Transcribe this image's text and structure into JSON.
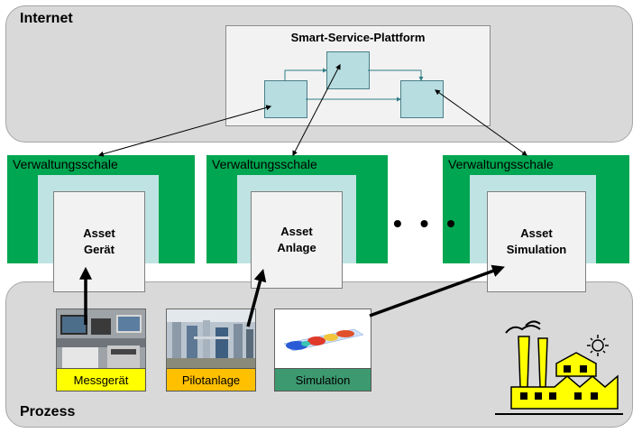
{
  "zones": {
    "internet_label": "Internet",
    "prozess_label": "Prozess"
  },
  "platform": {
    "title": "Smart-Service-Plattform"
  },
  "shells": [
    {
      "label": "Verwaltungsschale",
      "asset": "Asset\nGerät"
    },
    {
      "label": "Verwaltungsschale",
      "asset": "Asset\nAnlage"
    },
    {
      "label": "Verwaltungsschale",
      "asset": "Asset\nSimulation"
    }
  ],
  "ellipsis": "• • •",
  "process_items": [
    {
      "caption": "Messgerät",
      "color": "#ffff00"
    },
    {
      "caption": "Pilotanlage",
      "color": "#ffc000"
    },
    {
      "caption": "Simulation",
      "color": "#3d9a70"
    }
  ],
  "colors": {
    "shell_green": "#00a651",
    "shell_inner": "#bfe3e3",
    "zone_gray": "#d9d9d9",
    "service_box": "#b7dde0",
    "factory_yellow": "#ffff00"
  }
}
